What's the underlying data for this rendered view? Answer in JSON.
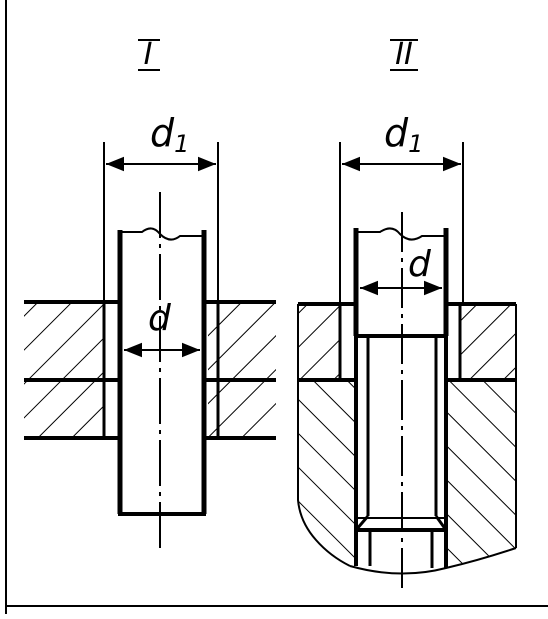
{
  "drawing": {
    "view_left": {
      "roman_label": "I",
      "outer_dimension_label": "d",
      "outer_dimension_subscript": "1",
      "inner_dimension_label": "d"
    },
    "view_right": {
      "roman_label": "II",
      "outer_dimension_label": "d",
      "outer_dimension_subscript": "1",
      "inner_dimension_label": "d"
    }
  }
}
